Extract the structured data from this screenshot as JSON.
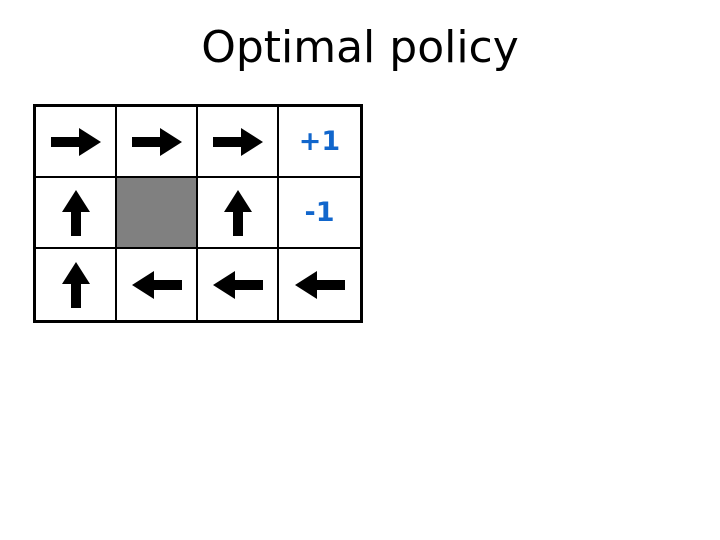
{
  "slide": {
    "title": "Optimal policy"
  },
  "colors": {
    "background": "#ffffff",
    "grid_line": "#000000",
    "arrow": "#000000",
    "wall": "#808080",
    "reward_text": "#1166cc",
    "title_text": "#000000"
  },
  "grid": {
    "rows_count": 3,
    "cols_count": 4,
    "rows": [
      [
        "right",
        "right",
        "right",
        "+1"
      ],
      [
        "up",
        "wall",
        "up",
        "-1"
      ],
      [
        "up",
        "left",
        "left",
        "left"
      ]
    ]
  }
}
